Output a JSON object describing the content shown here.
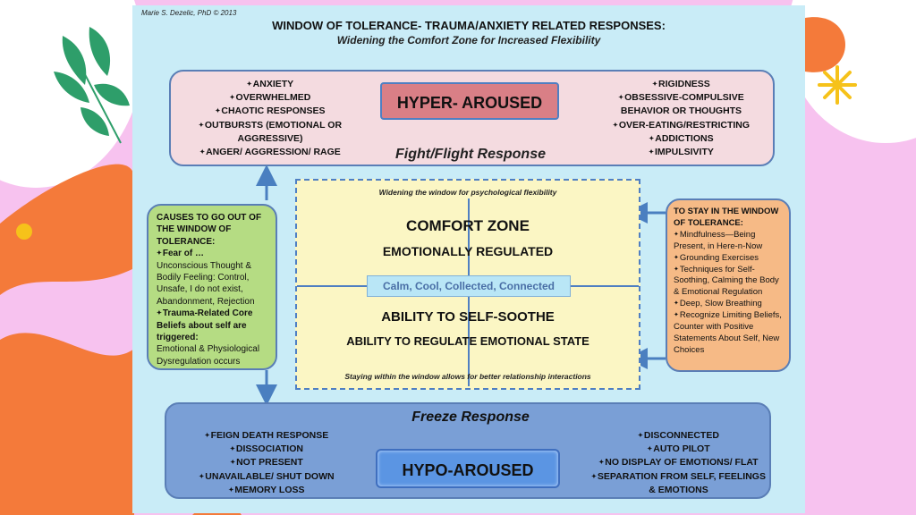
{
  "author": "Marie S. Dezelic, PhD © 2013",
  "title": "WINDOW OF TOLERANCE- TRAUMA/ANXIETY RELATED RESPONSES:",
  "subtitle": "Widening the Comfort Zone for Increased Flexibility",
  "hyper": {
    "label": "HYPER- AROUSED",
    "response": "Fight/Flight Response",
    "left_items": [
      "ANXIETY",
      "OVERWHELMED",
      "CHAOTIC RESPONSES",
      "OUTBURSTS (EMOTIONAL OR",
      "AGGRESSIVE)",
      "ANGER/ AGGRESSION/ RAGE"
    ],
    "right_items": [
      "RIGIDNESS",
      "OBSESSIVE-COMPULSIVE",
      "BEHAVIOR OR THOUGHTS",
      "OVER-EATING/RESTRICTING",
      "ADDICTIONS",
      "IMPULSIVITY"
    ]
  },
  "center": {
    "top_note": "Widening the window for psychological flexibility",
    "comfort_zone": "COMFORT ZONE",
    "regulated": "EMOTIONALLY REGULATED",
    "calm": "Calm, Cool, Collected, Connected",
    "self_soothe": "ABILITY TO SELF-SOOTHE",
    "regulate_state": "ABILITY TO REGULATE EMOTIONAL STATE",
    "bottom_note": "Staying within the window allows for better relationship interactions"
  },
  "causes": {
    "heading": "CAUSES TO GO OUT OF THE WINDOW OF TOLERANCE:",
    "fear_label": "Fear of …",
    "fear_text": "Unconscious Thought & Bodily Feeling: Control, Unsafe, I do not exist, Abandonment, Rejection",
    "core_label": "Trauma-Related Core Beliefs about self are triggered:",
    "core_text": "Emotional & Physiological Dysregulation occurs"
  },
  "stay": {
    "heading": "TO STAY IN THE WINDOW OF TOLERANCE:",
    "items": [
      "Mindfulness—Being Present, in Here-n-Now",
      "Grounding Exercises",
      "Techniques for Self-Soothing, Calming the Body & Emotional Regulation",
      "Deep, Slow Breathing",
      "Recognize Limiting Beliefs, Counter with Positive Statements About Self, New Choices"
    ]
  },
  "hypo": {
    "label": "HYPO-AROUSED",
    "response": "Freeze Response",
    "left_items": [
      "FEIGN DEATH RESPONSE",
      "DISSOCIATION",
      "NOT PRESENT",
      "UNAVAILABLE/ SHUT DOWN",
      "MEMORY LOSS"
    ],
    "right_items": [
      "DISCONNECTED",
      "AUTO PILOT",
      "NO DISPLAY OF EMOTIONS/ FLAT",
      "SEPARATION FROM SELF, FEELINGS",
      "& EMOTIONS"
    ]
  }
}
